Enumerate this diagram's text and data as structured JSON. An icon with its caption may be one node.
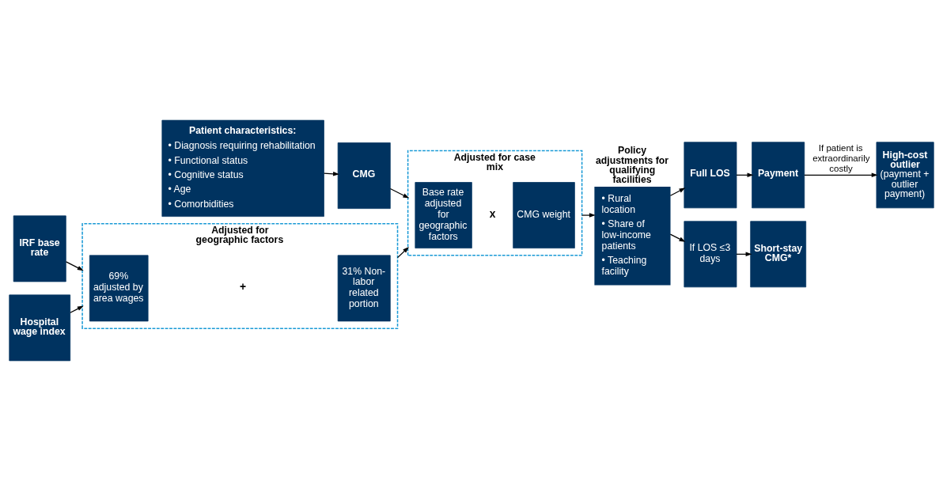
{
  "diagram": {
    "nodes": [
      {
        "text": [
          "Adjusted for geographic factors"
        ]
      },
      {
        "text": [
          "IRF base rate"
        ]
      },
      {
        "text": [
          "69% adjusted by area wages"
        ],
        "in": 0
      },
      {
        "text": [
          "31% Non-labor related portion"
        ],
        "in": 0
      },
      {
        "text": [
          "Adjusted for case mix"
        ]
      },
      {
        "text": [
          "Base rate adjusted for geographic factors"
        ],
        "in": 4
      },
      {
        "text": [
          "CMG weight"
        ],
        "in": 4
      },
      {
        "text": [
          "Policy adjustments for qualifying facilities",
          "• Rural location",
          "• Share of low-income patients",
          "• Teaching facility"
        ]
      },
      {
        "text": [
          "Full LOS"
        ]
      },
      {
        "text": [
          "Payment"
        ]
      },
      {
        "text": [
          "High-cost outlier",
          "(payment + outlier payment)"
        ]
      },
      {
        "text": [
          "If LOS ≤3 days"
        ]
      },
      {
        "text": [
          "Short-stay CMG*"
        ]
      },
      {
        "text": [
          "Hospital wage index"
        ]
      },
      {
        "text": [
          "CMG"
        ]
      },
      {
        "text": [
          "Patient characteristics:",
          "• Diagnosis requiring rehabilitation",
          "• Functional status",
          "• Cognitive status",
          "• Age",
          "• Comorbidities"
        ]
      }
    ],
    "edges": [
      {
        "from": 1,
        "to": 0,
        "arrow": "to"
      },
      {
        "from": 13,
        "to": 0,
        "arrow": "to"
      },
      {
        "from": 0,
        "to": 4,
        "arrow": "to"
      },
      {
        "from": 15,
        "to": 14,
        "arrow": "to"
      },
      {
        "from": 14,
        "to": 4,
        "arrow": "to"
      },
      {
        "from": 4,
        "to": 7,
        "arrow": "to"
      },
      {
        "from": 7,
        "to": 8,
        "arrow": "to"
      },
      {
        "from": 7,
        "to": 11,
        "arrow": "to"
      },
      {
        "from": 8,
        "to": 9,
        "arrow": "to"
      },
      {
        "from": 9,
        "to": 10,
        "label": "If patient is extraordinarily costly",
        "arrow": "to"
      },
      {
        "from": 11,
        "to": 12,
        "arrow": "to"
      }
    ],
    "labels": [
      "+",
      "x"
    ]
  }
}
